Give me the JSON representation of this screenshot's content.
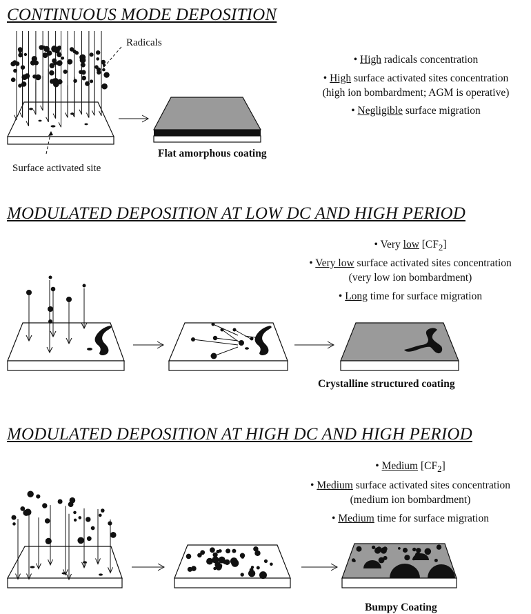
{
  "section1": {
    "heading": "CONTINUOUS MODE DEPOSITION",
    "label_radicals": "Radicals",
    "label_surface_site": "Surface activated site",
    "caption": "Flat amorphous coating",
    "bullets": [
      {
        "prefix": "• ",
        "emph": "High",
        "rest": " radicals concentration"
      },
      {
        "prefix": "• ",
        "emph": "High",
        "rest": " surface activated sites concentration"
      },
      {
        "plain": "(high ion bombardment; AGM is operative)"
      },
      {
        "prefix": "• ",
        "emph": "Negligible",
        "rest": " surface migration"
      }
    ]
  },
  "section2": {
    "heading": "MODULATED DEPOSITION AT LOW DC AND HIGH PERIOD",
    "caption": "Crystalline structured coating",
    "bullets": [
      {
        "prefix": "• Very ",
        "emph": "low",
        "rest": " [CF",
        "sub": "2",
        "after": "]"
      },
      {
        "prefix": "• ",
        "emph": "Very low",
        "rest": " surface activated sites concentration"
      },
      {
        "plain": "(very low ion bombardment)"
      },
      {
        "prefix": "• ",
        "emph": "Long",
        "rest": " time for surface migration"
      }
    ]
  },
  "section3": {
    "heading": "MODULATED DEPOSITION AT HIGH DC AND HIGH PERIOD",
    "caption": "Bumpy Coating",
    "bullets": [
      {
        "prefix": "• ",
        "emph": "Medium",
        "rest": " [CF",
        "sub": "2",
        "after": "]"
      },
      {
        "prefix": "• ",
        "emph": "Medium",
        "rest": " surface activated sites concentration"
      },
      {
        "plain": "(medium ion bombardment)"
      },
      {
        "prefix": "• ",
        "emph": "Medium",
        "rest": " time for surface migration"
      }
    ]
  },
  "colors": {
    "ink": "#111111",
    "coating_gray": "#9a9a9a",
    "background": "#ffffff"
  }
}
